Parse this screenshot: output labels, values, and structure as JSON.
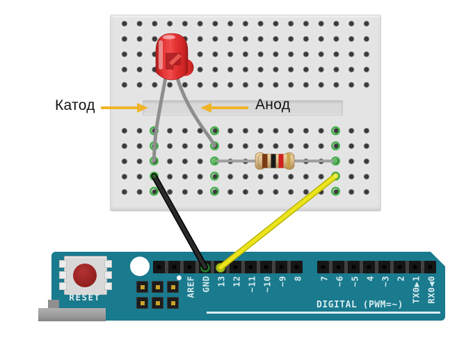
{
  "annotations": {
    "cathode_label": "Катод",
    "anode_label": "Анод"
  },
  "breadboard": {
    "columns": 17,
    "top_rows": 5,
    "bottom_rows": 5,
    "highlighted_columns": 3
  },
  "components": {
    "led_color": "red",
    "resistor_bands": [
      "brown",
      "black",
      "red",
      "gold"
    ],
    "black_wire_to": "GND",
    "yellow_wire_to": "13"
  },
  "arduino": {
    "reset_label": "RESET",
    "digital_label": "DIGITAL (PWM=~)",
    "left_pins": [
      "",
      "",
      "AREF",
      "GND",
      "13",
      "12",
      "~11",
      "~10",
      "~9",
      "8"
    ],
    "right_pins": [
      "7",
      "~6",
      "~5",
      "4",
      "~3",
      "2",
      "TX0▶1",
      "RX0◀0"
    ]
  },
  "colors": {
    "board_teal": "#1a7a8e",
    "breadboard_gray": "#e4e4e4",
    "arrow_yellow": "#f0b429",
    "wire_yellow": "#ece41d",
    "wire_black": "#1f1f1f",
    "led_red": "#e23636",
    "resistor_tan": "#d9bc8c"
  }
}
